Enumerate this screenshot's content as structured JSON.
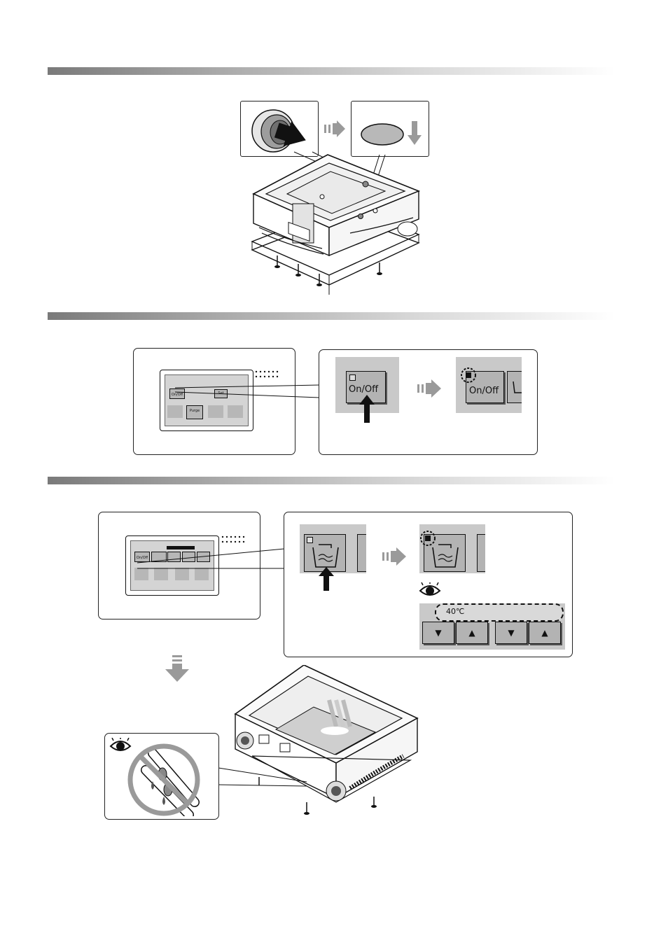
{
  "step2": {
    "panel_onoff_label": "On/Off",
    "panel_set_label": "Set",
    "panel_purge_label": "Purge",
    "zoom_onoff_label": "On/Off",
    "zoom_onoff_after_label": "On/Off"
  },
  "step3": {
    "panel_onoff_label": "On/Off",
    "temperature_display": "40℃"
  },
  "icons": {
    "eye": "eye-icon",
    "arrow_right": "double-arrow-right-icon",
    "arrow_down": "double-arrow-down-icon",
    "prohibited": "prohibited-sign-icon"
  },
  "colors": {
    "panel_gray": "#c9c9c9",
    "button_gray": "#b3b3b3",
    "arrow_gray": "#9a9a9a"
  }
}
